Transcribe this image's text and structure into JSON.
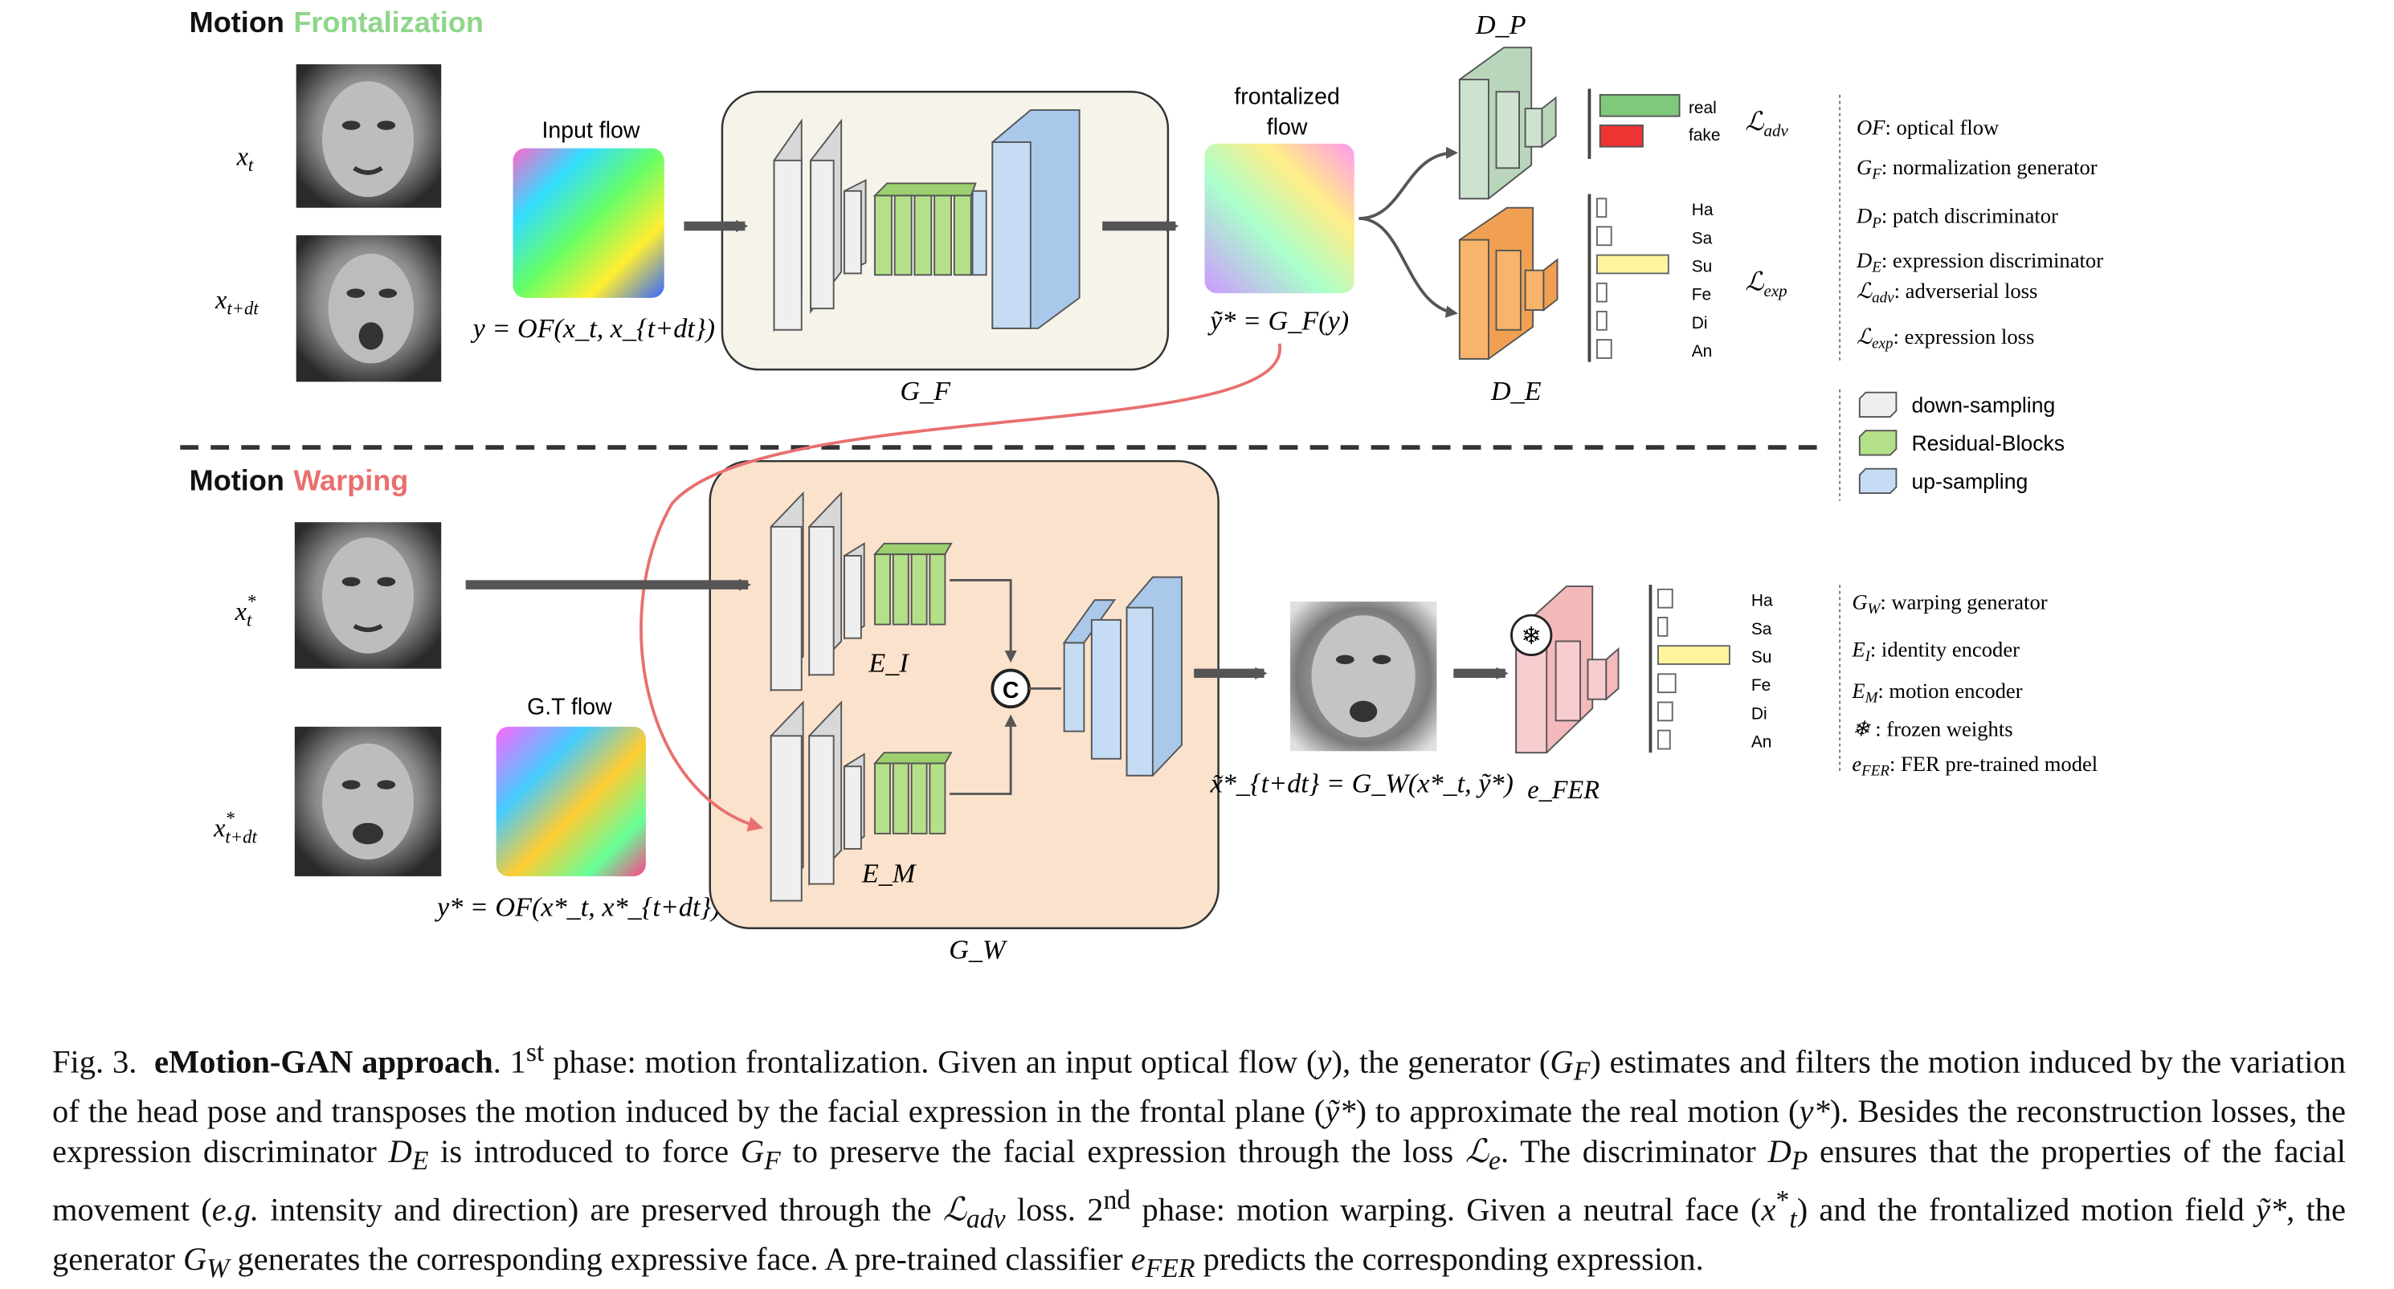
{
  "sections": {
    "frontalization": {
      "word1": "Motion",
      "word2": "Frontalization",
      "color": "#8ed68a"
    },
    "warping": {
      "word1": "Motion",
      "word2": "Warping",
      "color": "#e8706f"
    }
  },
  "phase1": {
    "input_labels": {
      "x_t": "x",
      "x_t_sub": "t",
      "x_tdt": "x",
      "x_tdt_sub": "t+dt"
    },
    "input_flow_title": "Input flow",
    "input_flow_formula": "y = OF(x_t, x_{t+dt})",
    "generator_label": "G_F",
    "frontalized_title_line1": "frontalized",
    "frontalized_title_line2": "flow",
    "frontalized_formula": "ỹ* = G_F(y)",
    "dp_label": "D_P",
    "de_label": "D_E",
    "adv_bars": {
      "real_label": "real",
      "fake_label": "fake",
      "real_color": "#7fc97a",
      "fake_color": "#ee3333"
    },
    "adv_loss": "L_adv",
    "exp_loss": "L_exp",
    "expressions": [
      "Ha",
      "Sa",
      "Su",
      "Fe",
      "Di",
      "An"
    ],
    "expression_scores": [
      0.1,
      0.18,
      0.9,
      0.12,
      0.12,
      0.18
    ],
    "highlight_color": "#fff59d"
  },
  "phase2": {
    "input_labels": {
      "x_t": "x",
      "x_t_sup": "*",
      "x_t_sub": "t",
      "x_tdt": "x",
      "x_tdt_sup": "*",
      "x_tdt_sub": "t+dt"
    },
    "gt_flow_title": "G.T flow",
    "gt_flow_formula": "y* = OF(x*_t, x*_{t+dt})",
    "generator_label": "G_W",
    "ei_label": "E_I",
    "em_label": "E_M",
    "concat_label": "C",
    "output_formula": "x̃*_{t+dt} = G_W(x*_t, ỹ*)",
    "efer_label": "e_FER",
    "expressions": [
      "Ha",
      "Sa",
      "Su",
      "Fe",
      "Di",
      "An"
    ],
    "expression_scores": [
      0.18,
      0.1,
      0.9,
      0.22,
      0.18,
      0.15
    ]
  },
  "legend_top": [
    {
      "sym": "OF",
      "sub": "",
      "text": ": optical flow"
    },
    {
      "sym": "G",
      "sub": "F",
      "text": ": normalization generator"
    },
    {
      "sym": "D",
      "sub": "P",
      "text": ": patch discriminator"
    },
    {
      "sym": "D",
      "sub": "E",
      "text": ": expression discriminator"
    },
    {
      "sym": "ℒ",
      "sub": "adv",
      "text": ": adverserial loss"
    },
    {
      "sym": "ℒ",
      "sub": "exp",
      "text": ": expression loss"
    }
  ],
  "legend_blocks": [
    {
      "label": "down-sampling",
      "color": "#eeeeee"
    },
    {
      "label": "Residual-Blocks",
      "color": "#b5e08a"
    },
    {
      "label": "up-sampling",
      "color": "#c6dcf5"
    }
  ],
  "legend_bottom": [
    {
      "sym": "G",
      "sub": "W",
      "text": ": warping generator"
    },
    {
      "sym": "E",
      "sub": "I",
      "text": ": identity encoder"
    },
    {
      "sym": "E",
      "sub": "M",
      "text": ": motion encoder"
    },
    {
      "sym": "❄",
      "sub": "",
      "text": " : frozen weights"
    },
    {
      "sym": "e",
      "sub": "FER",
      "text": ": FER pre-trained model"
    }
  ],
  "caption": {
    "fig": "Fig. 3.",
    "title": "eMotion-GAN approach",
    "p1": ". 1",
    "p1sup": "st",
    "p2": " phase: motion frontalization. Given an input optical flow (",
    "y": "y",
    "p3": "), the generator (",
    "GF": "G",
    "GFsub": "F",
    "p4": ") estimates and filters the motion induced by the variation of the head pose and transposes the motion induced by the facial expression in the frontal plane (",
    "ytilde": "ỹ*",
    "p5": ") to approximate the real motion (",
    "ystar": "y*",
    "p6": "). Besides the reconstruction losses, the expression discriminator ",
    "DE": "D",
    "DEsub": "E",
    "p7": " is introduced to force ",
    "GF2": "G",
    "GF2sub": "F",
    "p8": " to preserve the facial expression through the loss ",
    "Le": "ℒ",
    "Lesub": "e",
    "p9": ". The discriminator ",
    "DP": "D",
    "DPsub": "P",
    "p10": " ensures that the properties of the facial movement (",
    "eg": "e.g.",
    "p11": " intensity and direction) are preserved through the ",
    "Ladv": "ℒ",
    "Ladvsub": "adv",
    "p12": " loss. 2",
    "p12sup": "nd",
    "p13": " phase: motion warping. Given a neutral face (",
    "xts": "x",
    "xtssub": "t",
    "xtssup": "*",
    "p14": ") and the frontalized motion field ",
    "ytilde2": "ỹ*",
    "p15": ", the generator ",
    "GW": "G",
    "GWsub": "W",
    "p16": " generates the corresponding expressive face. A pre-trained classifier ",
    "efer": "e",
    "efersub": "FER",
    "p17": " predicts the corresponding expression."
  }
}
